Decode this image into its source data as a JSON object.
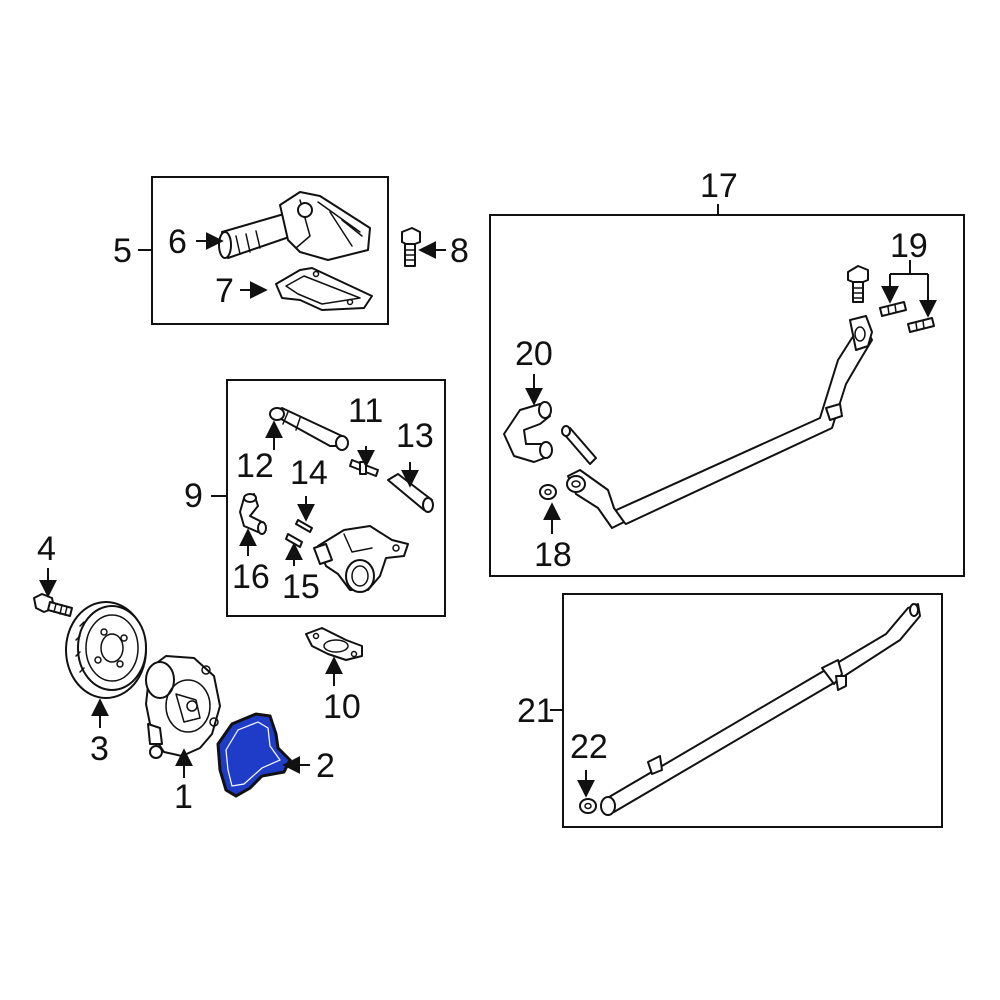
{
  "diagram": {
    "highlight_color": "#1e3cc8",
    "highlighted_part": "2",
    "callouts": {
      "c1": "1",
      "c2": "2",
      "c3": "3",
      "c4": "4",
      "c5": "5",
      "c6": "6",
      "c7": "7",
      "c8": "8",
      "c9": "9",
      "c10": "10",
      "c11": "11",
      "c12": "12",
      "c13": "13",
      "c14": "14",
      "c15": "15",
      "c16": "16",
      "c17": "17",
      "c18": "18",
      "c19": "19",
      "c20": "20",
      "c21": "21",
      "c22": "22"
    }
  }
}
